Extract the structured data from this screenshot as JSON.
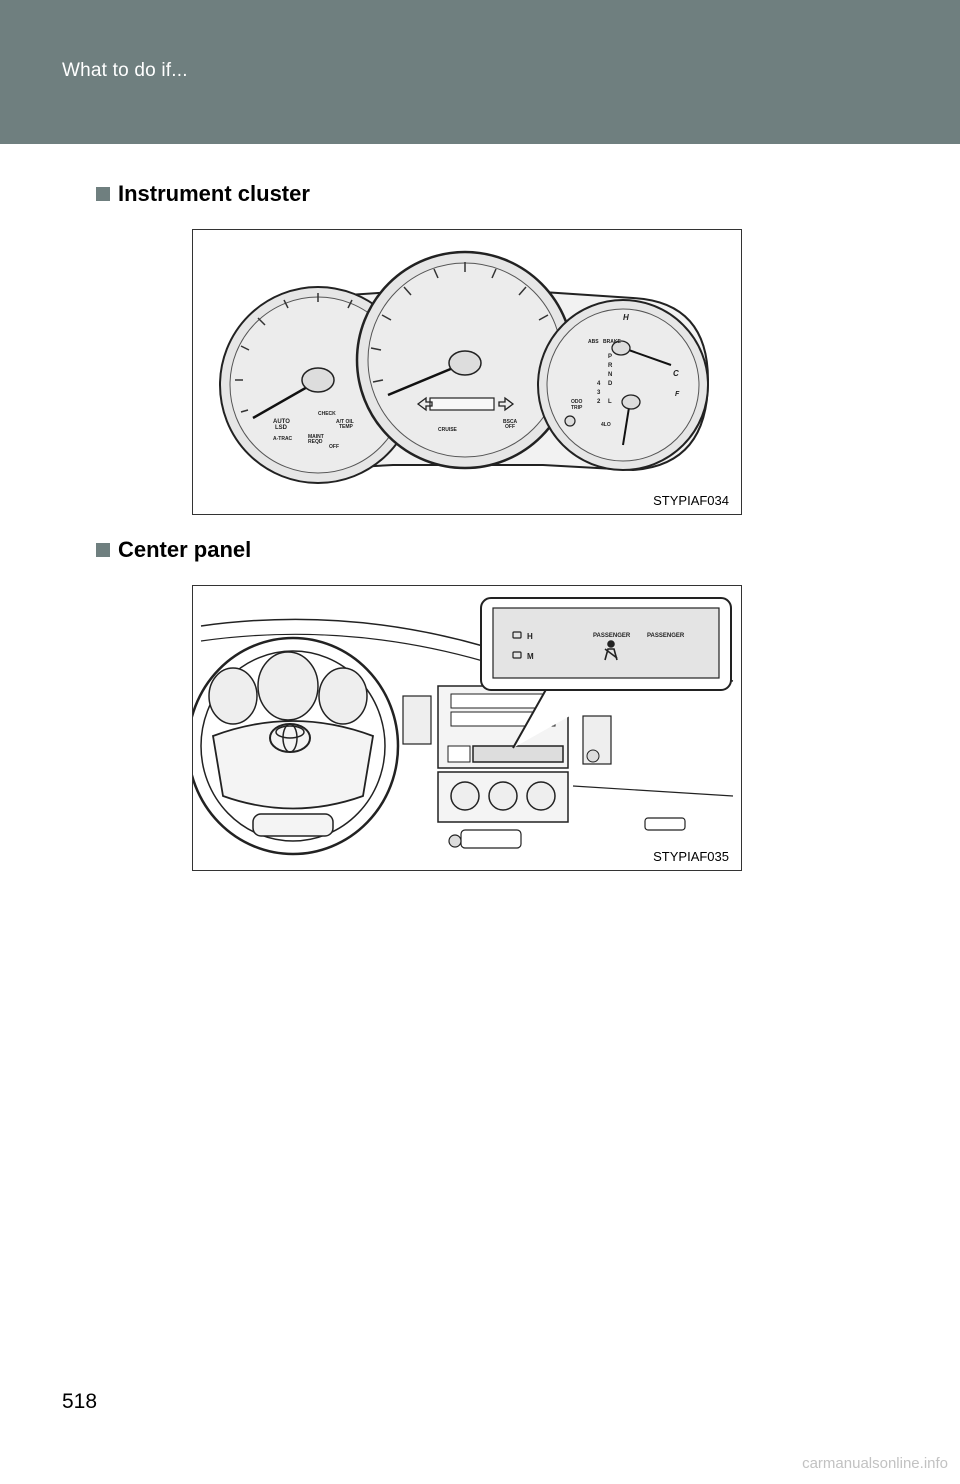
{
  "header": {
    "title": "What to do if..."
  },
  "sections": [
    {
      "heading": "Instrument cluster",
      "figure_code": "STYPIAF034"
    },
    {
      "heading": "Center panel",
      "figure_code": "STYPIAF035"
    }
  ],
  "cluster_labels": {
    "check": "CHECK",
    "auto_lsd_1": "AUTO",
    "auto_lsd_2": "LSD",
    "at_oil_1": "A/T OIL",
    "at_oil_2": "TEMP",
    "a_trac": "A-TRAC",
    "maint_1": "MAINT",
    "maint_2": "REQD",
    "off": "OFF",
    "cruise": "CRUISE",
    "bsca_1": "BSCA",
    "bsca_2": "OFF",
    "odo_1": "ODO",
    "odo_2": "TRIP",
    "abs": "ABS",
    "brake": "BRAKE",
    "gear_p": "P",
    "gear_r": "R",
    "gear_n": "N",
    "gear_d": "D",
    "gear_4": "4",
    "gear_3": "3",
    "gear_2": "2",
    "gear_l": "L",
    "four_lo": "4LO",
    "temp_h": "H",
    "temp_c": "C",
    "fuel_f": "F"
  },
  "center_panel_labels": {
    "h": "H",
    "m": "M",
    "passenger_1": "PASSENGER",
    "passenger_2": "PASSENGER"
  },
  "page_number": "518",
  "watermark": "carmanualsonline.info"
}
